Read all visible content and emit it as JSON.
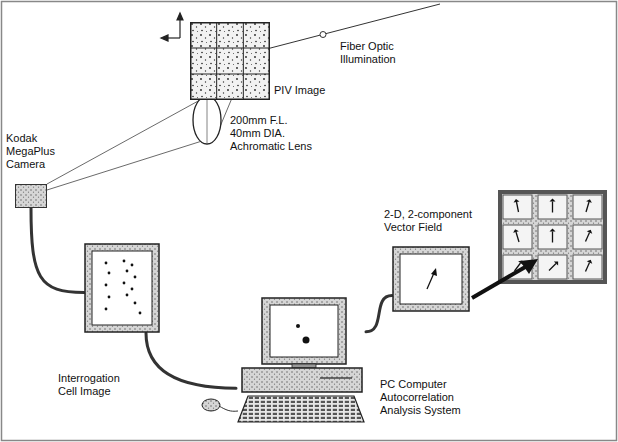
{
  "diagram": {
    "nodes": [
      {
        "text": [
          "PIV Image"
        ]
      },
      {
        "text": [
          "Kodak MegaPlus Camera"
        ]
      },
      {
        "text": [
          "Interrogation Cell Image"
        ]
      },
      {
        "text": [
          "PC Computer Autocorrelation Analysis System"
        ]
      },
      {
        "text": [
          "2-D, 2-component Vector Field"
        ]
      }
    ],
    "edges": [
      {
        "from": 1,
        "to": 2,
        "arrow": "none"
      },
      {
        "from": 2,
        "to": 3,
        "arrow": "none"
      },
      {
        "from": 3,
        "to": 4,
        "arrow": "none"
      }
    ],
    "labels": [
      "Fiber Optic Illumination",
      "200mm F.L. 40mm DIA. Achromatic Lens"
    ]
  }
}
